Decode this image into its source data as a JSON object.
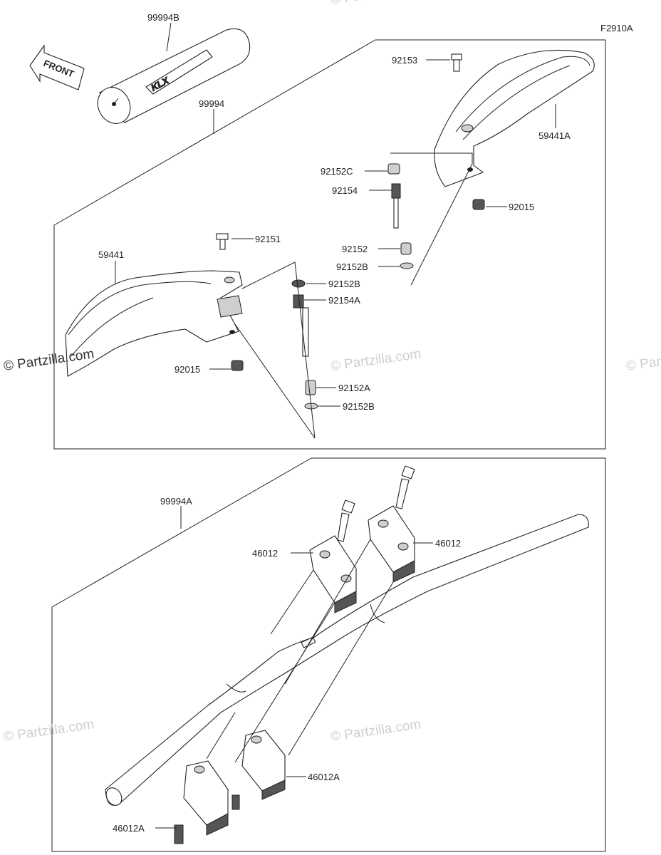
{
  "figure_code": "F2910A",
  "front_label": "FRONT",
  "pad_logo": "KLX",
  "watermarks": [
    "© Partzilla.com",
    "© Partzilla.com",
    "© Partzilla.com",
    "© Partzilla.com",
    "© Partzilla.com",
    "© Partzilla.com"
  ],
  "parts": {
    "p99994B": "99994B",
    "p99994": "99994",
    "p92153": "92153",
    "p59441A": "59441A",
    "p92152C": "92152C",
    "p92154": "92154",
    "p92015_top": "92015",
    "p92151": "92151",
    "p59441": "59441",
    "p92152": "92152",
    "p92152B_1": "92152B",
    "p92152B_2": "92152B",
    "p92154A": "92154A",
    "p92015_left": "92015",
    "p92152A": "92152A",
    "p92152B_3": "92152B",
    "p99994A": "99994A",
    "p46012_left": "46012",
    "p46012_right": "46012",
    "p46012A_right": "46012A",
    "p46012A_left": "46012A"
  }
}
